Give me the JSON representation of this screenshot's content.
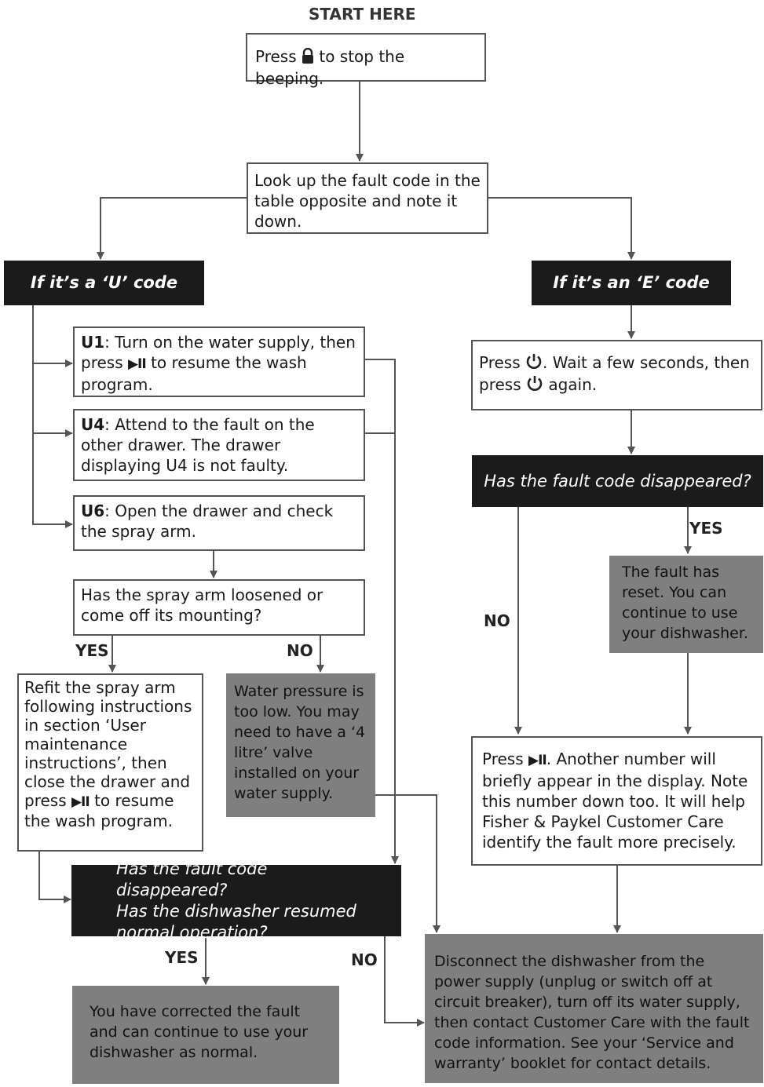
{
  "title": "START HERE",
  "start_box": {
    "before": "Press ",
    "after": " to stop the beeping."
  },
  "lookup_box": "Look up the fault code in the table opposite and note it down.",
  "u_header": "If it’s a ‘U’ code",
  "e_header": "If it’s an ‘E’ code",
  "u1": {
    "code": "U1",
    "before": ": Turn on the water supply, then press ",
    "after": " to resume the wash program."
  },
  "u4": {
    "code": "U4",
    "text": ": Attend to the fault on the other drawer. The drawer displaying U4 is not faulty."
  },
  "u6": {
    "code": "U6",
    "text": ": Open the drawer and check the spray arm."
  },
  "spray_question": "Has the spray arm loosened or come off its mounting?",
  "yes_spray": "YES",
  "no_spray": "NO",
  "refit_box": {
    "before": "Refit the spray arm following instructions in section ‘User maintenance instructions’, then close the drawer and press ",
    "after": " to resume the wash program."
  },
  "water_pressure": "Water pressure is too low. You may need to have a ‘4 litre’ valve installed on your water supply.",
  "u_question_line1": "Has the fault code disappeared?",
  "u_question_line2": "Has the dishwasher resumed normal operation?",
  "yes_u": "YES",
  "no_u": "NO",
  "corrected_box": "You have corrected the fault and can continue to use your dishwasher as normal.",
  "power_box": {
    "before": "Press ",
    "middle": ". Wait a few seconds, then press ",
    "after": " again."
  },
  "e_question": "Has the fault code disappeared?",
  "yes_e": "YES",
  "no_e": "NO",
  "reset_box": "The fault has reset. You can continue to use your dishwasher.",
  "another_number": {
    "before": "Press ",
    "after": ". Another number will briefly appear in the display. Note this number down too. It will help Fisher & Paykel Customer Care identify the fault more precisely."
  },
  "disconnect_box": "Disconnect the dishwasher from the power supply (unplug or switch off at circuit breaker), turn off its water supply, then contact Customer Care with the fault code information. See your ‘Service and warranty’ booklet for contact details.",
  "icons": {
    "lock": "lock-icon",
    "power": "power-icon",
    "start_pause": "start-pause-icon"
  },
  "colors": {
    "dark_box": "#1b1b1b",
    "grey_box": "#7f7f7f",
    "line": "#555555"
  }
}
